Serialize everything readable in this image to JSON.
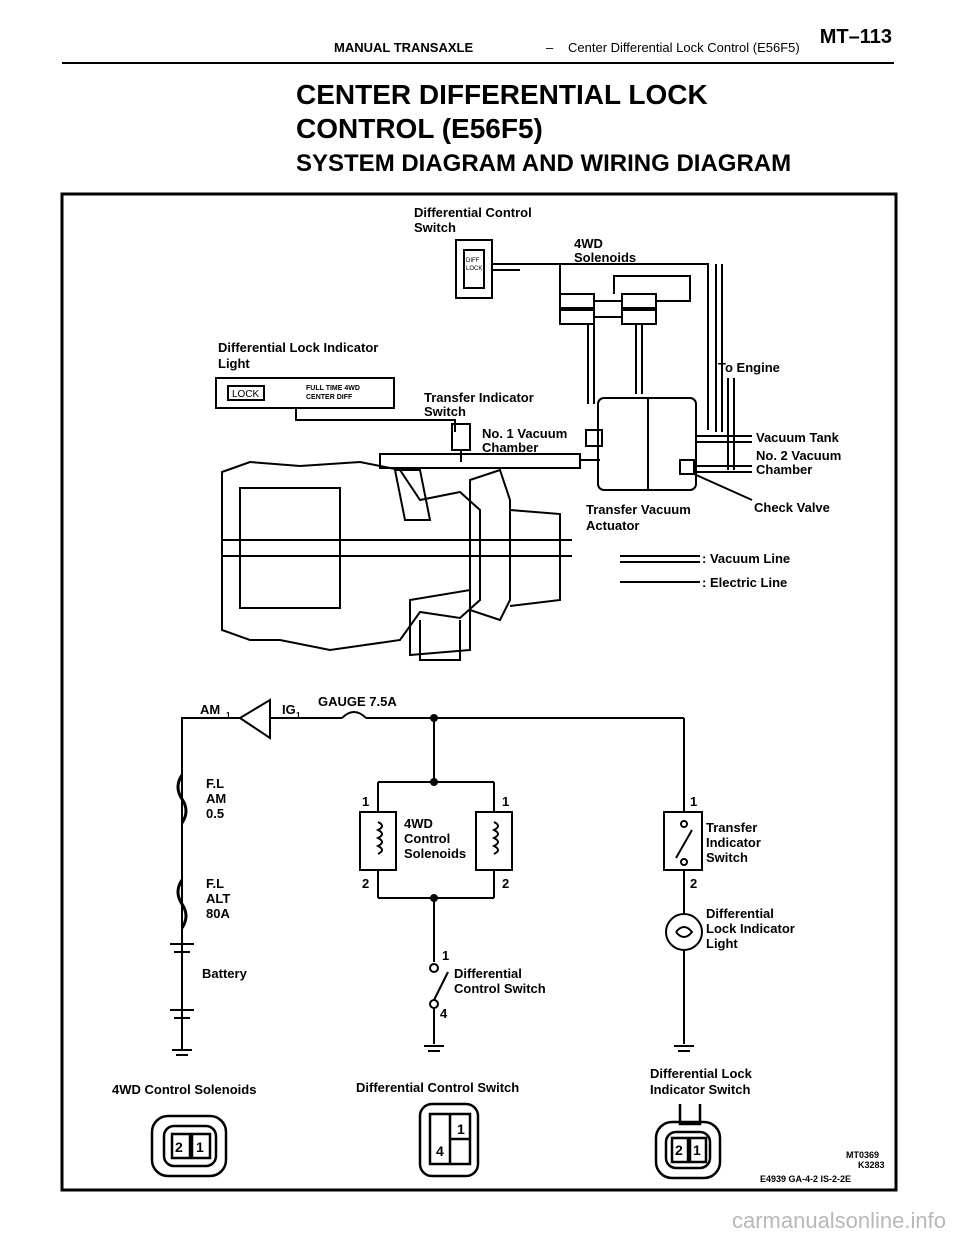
{
  "header": {
    "section": "MANUAL TRANSAXLE",
    "separator": "–",
    "subsection": "Center Differential Lock Control (E56F5)",
    "page": "MT–113"
  },
  "title": {
    "line1": "CENTER DIFFERENTIAL LOCK",
    "line2": "CONTROL (E56F5)",
    "subtitle": "SYSTEM DIAGRAM AND WIRING DIAGRAM"
  },
  "system_diagram": {
    "diff_control_switch": [
      "Differential Control",
      "Switch"
    ],
    "switch_face": [
      "DIFF",
      "LOCK"
    ],
    "solenoids": [
      "4WD",
      "Solenoids"
    ],
    "to_engine": "To Engine",
    "indicator_light": [
      "Differential Lock Indicator",
      "Light"
    ],
    "lock": "LOCK",
    "full_time": [
      "FULL TIME 4WD",
      "CENTER DIFF"
    ],
    "transfer_indicator": [
      "Transfer Indicator",
      "Switch"
    ],
    "no1_chamber": [
      "No. 1 Vacuum",
      "Chamber"
    ],
    "vacuum_tank": "Vacuum Tank",
    "no2_chamber": [
      "No. 2 Vacuum",
      "Chamber"
    ],
    "check_valve": "Check Valve",
    "actuator": [
      "Transfer Vacuum",
      "Actuator"
    ],
    "legend_vacuum": ": Vacuum Line",
    "legend_electric": ": Electric Line"
  },
  "wiring": {
    "am1": "AM",
    "ig1": "IG",
    "sub1": "1",
    "gauge": "GAUGE 7.5A",
    "fl1": [
      "F.L",
      "AM",
      "0.5"
    ],
    "fl2": [
      "F.L",
      "ALT",
      "80A"
    ],
    "battery": "Battery",
    "solenoids": [
      "4WD",
      "Control",
      "Solenoids"
    ],
    "transfer_switch": [
      "Transfer",
      "Indicator",
      "Switch"
    ],
    "indicator_light": [
      "Differential",
      "Lock Indicator",
      "Light"
    ],
    "diff_switch": [
      "Differential",
      "Control Switch"
    ],
    "pin1": "1",
    "pin2": "2",
    "pin4": "4"
  },
  "connectors": {
    "c1_label": "4WD Control Solenoids",
    "c1_pins": [
      "2",
      "1"
    ],
    "c2_label": "Differential Control Switch",
    "c2_pins": [
      "1",
      "4"
    ],
    "c3_label": [
      "Differential Lock",
      "Indicator Switch"
    ],
    "c3_pins": [
      "2",
      "1"
    ]
  },
  "codes": [
    "MT0369",
    "K3283",
    "E4939  GA-4-2  IS-2-2E"
  ],
  "watermark": "carmanualsonline.info"
}
